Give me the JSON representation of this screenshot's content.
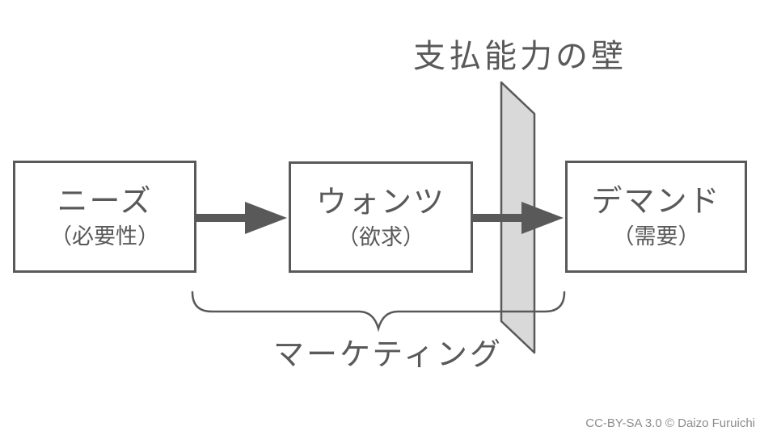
{
  "diagram": {
    "title": "支払能力の壁",
    "boxes": [
      {
        "id": "needs",
        "label": "ニーズ",
        "sublabel": "（必要性）"
      },
      {
        "id": "wants",
        "label": "ウォンツ",
        "sublabel": "（欲求）"
      },
      {
        "id": "demand",
        "label": "デマンド",
        "sublabel": "（需要）"
      }
    ],
    "brace_label": "マーケティング",
    "copyright": "CC-BY-SA 3.0 © Daizo Furuichi",
    "colors": {
      "line": "#595959",
      "text": "#595959",
      "wall_fill": "#d9d9d9",
      "copyright_text": "#8c8c8c",
      "background": "#ffffff"
    }
  }
}
